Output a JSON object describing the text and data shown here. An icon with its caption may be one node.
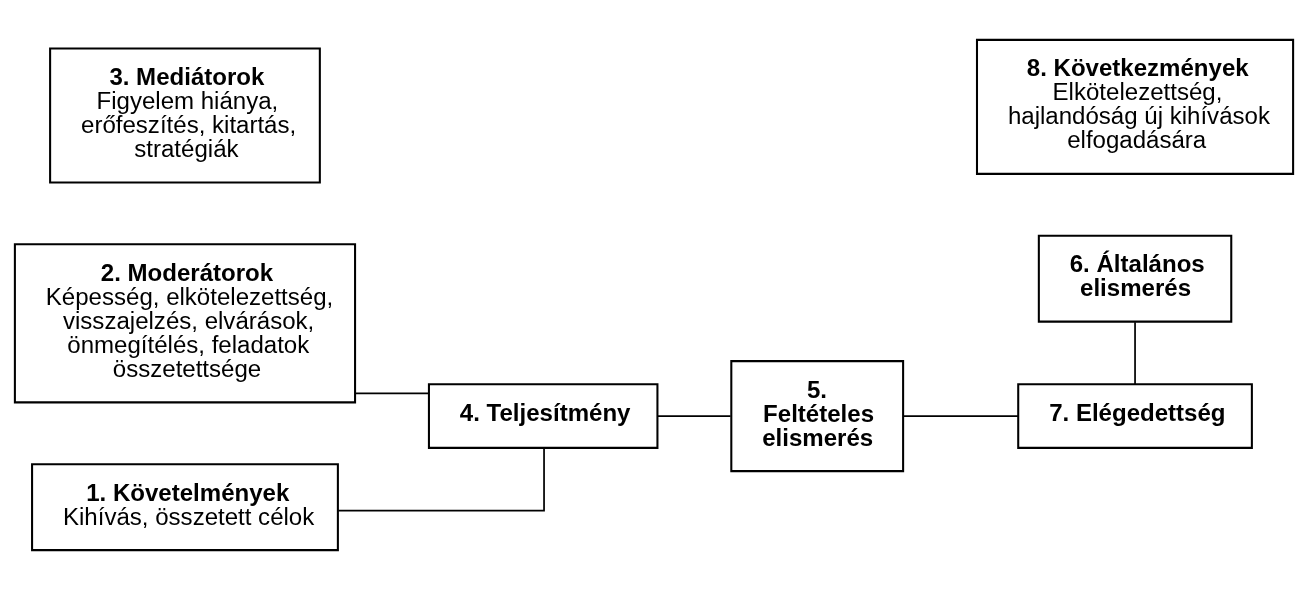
{
  "diagram": {
    "nodes": [
      {
        "text": [
          "2. Moderátorok",
          "Képesség, elkötelezettség, visszajelzés, elvárások, önmegítélés, feladatok összetettsége"
        ]
      },
      {
        "text": [
          "6. Általános elismerés"
        ]
      },
      {
        "text": [
          "1. Követelmények",
          "Kihívás, összetett célok"
        ]
      },
      {
        "text": [
          "4. Teljesítmény"
        ]
      },
      {
        "text": [
          "5. Feltételes elismerés"
        ]
      },
      {
        "text": [
          "7. Elégedettség"
        ]
      },
      {
        "text": [
          "3. Mediátorok",
          "Figyelem hiánya, erőfeszítés, kitartás, stratégiák"
        ]
      },
      {
        "text": [
          "8. Következmények",
          "Elkötelezettség, hajlandóság új kihívások elfogadására"
        ]
      }
    ],
    "edges": [
      {
        "from": 0,
        "to": 3,
        "arrow": "none"
      },
      {
        "from": 2,
        "to": 3,
        "arrow": "none"
      },
      {
        "from": 3,
        "to": 4,
        "arrow": "none"
      },
      {
        "from": 4,
        "to": 5,
        "arrow": "none"
      },
      {
        "from": 1,
        "to": 5,
        "arrow": "none"
      }
    ]
  }
}
